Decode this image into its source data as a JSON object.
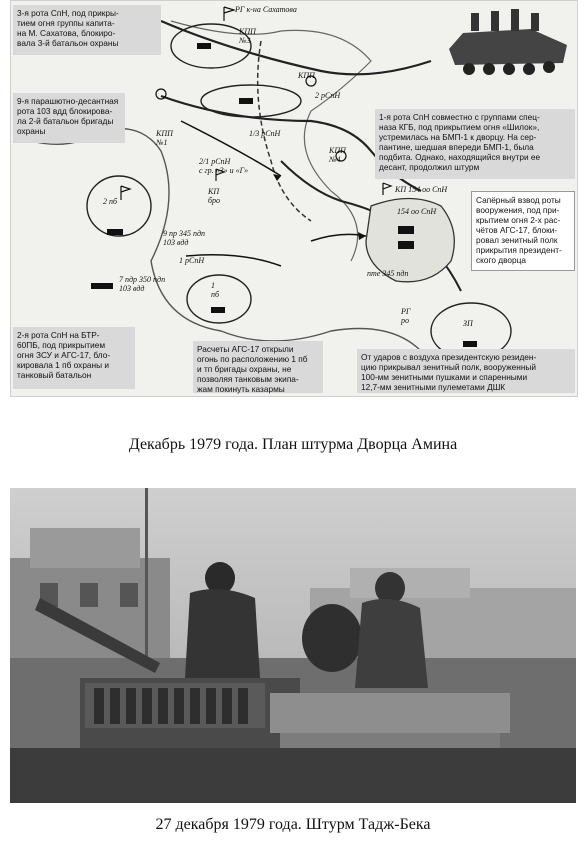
{
  "map": {
    "boxes": {
      "box_3rota": "3-я рота СпН, под прикры-\nтием огня группы капита-\nна М. Сахатова, блокиро-\nвала 3-й батальон охраны",
      "box_9rota": "9-я парашютно-десантная\nрота 103 вдд блокирова-\nла 2-й батальон бригады\nохраны",
      "box_1rota": "1-я рота СпН совместно с группами спец-\nназа КГБ, под прикрытием огня «Шилок»,\nустремилась на БМП-1 к дворцу. На сер-\nпантине, шедшая впереди БМП-1, была\nподбита. Однако, находящийся внутри ее\nдесант, продолжил штурм",
      "box_saper": "Сапёрный взвод роты\nвооружения, под при-\nкрытием огня 2-х рас-\nчётов АГС-17, блоки-\nровал зенитный полк\nприкрытия президент-\nского дворца",
      "box_2rota": "2-я рота СпН на БТР-\n60ПБ, под прикрытием\nогня ЗСУ и АГС-17, бло-\nкировала 1 пб охраны и\nтанковый батальон",
      "box_ags": "Расчеты АГС-17 открыли\nогонь по расположению 1 пб\nи тп бригады охраны, не\nпозволяя танковым экипа-\nжам покинуть казармы",
      "box_air": "От ударов с воздуха президентскую резиден-\nцию прикрывал зенитный полк, вооруженный\n100-мм зенитными пушками и спаренными\n12,7-мм зенитными пулеметами ДШК"
    },
    "labels": {
      "rg_sahatova": "РГ к-на Сахатова",
      "kpp3": "КПП\n№3",
      "kpp2": "КПП",
      "rota2": "2 рСпН",
      "kpp1": "КПП\n№1",
      "rota13": "1/3 рСпН",
      "kpp4": "КПП\n№4",
      "rota21": "2/1 рСпН\nс гр. «З» и «Г»",
      "kp_bro": "КП\nбро",
      "pb2": "2 пб",
      "kp154a": "КП 154 оо СпН",
      "kp154b": "154 оо СпН",
      "rota9_345": "9 пр 345 пдп\n103 вдд",
      "rota1": "1 рСпН",
      "pb1": "1\nпб",
      "pte345": "пте 345 пдп",
      "rota7_350": "7 пдр 350 пдп\n103 вдд",
      "rg_ro": "РГ\nро",
      "zap": "ЗП"
    }
  },
  "captions": {
    "caption1": "Декабрь 1979 года. План штурма Дворца Амина",
    "caption2": "27 декабря 1979 года. Штурм Тадж-Бека"
  }
}
